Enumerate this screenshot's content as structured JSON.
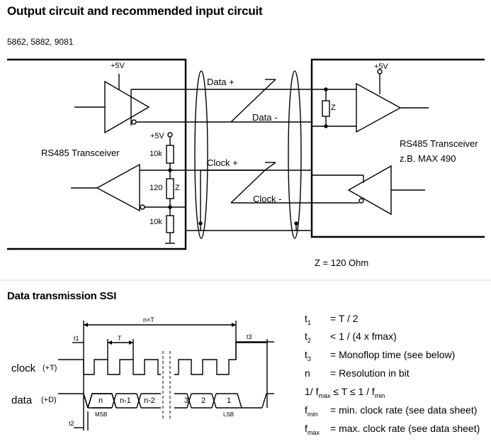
{
  "header": {
    "title": "Output circuit and recommended input circuit",
    "models": "5862, 5882, 9081"
  },
  "circuit": {
    "vcc_left_driver": "+5V",
    "vcc_bias": "+5V",
    "vcc_right": "+5V",
    "data_plus": "Data +",
    "data_minus": "Data -",
    "clock_plus": "Clock +",
    "clock_minus": "Clock -",
    "left_transceiver": "RS485 Transceiver",
    "right_transceiver": "RS485 Transceiver",
    "right_transceiver_example": "z.B. MAX 490",
    "r_top": "10k",
    "r_mid": "120",
    "r_mid_z": "Z",
    "r_bot": "10k",
    "r_right_z": "Z",
    "z_note": "Z = 120 Ohm"
  },
  "timing": {
    "title": "Data transmission SSI",
    "clock_label": "clock",
    "clock_sub": "(+T)",
    "data_label": "data",
    "data_sub": "(+D)",
    "nT": "n×T",
    "t1": "t1",
    "T": "T",
    "t3": "t3",
    "t2": "t2",
    "bits": [
      "n",
      "n-1",
      "n-2",
      "3",
      "2",
      "1"
    ],
    "msb": "MSB",
    "lsb": "LSB"
  },
  "legend": [
    {
      "sym": "t",
      "sub": "1",
      "desc": "= T / 2"
    },
    {
      "sym": "t",
      "sub": "2",
      "desc": "< 1 / (4 x fmax)"
    },
    {
      "sym": "t",
      "sub": "3",
      "desc": "= Monoflop time (see below)"
    },
    {
      "sym": "n",
      "sub": "",
      "desc": "= Resolution in bit"
    },
    {
      "sym": "",
      "sub": "",
      "desc": ""
    },
    {
      "sym": "f",
      "sub": "min",
      "desc": "= min. clock rate (see data sheet)"
    },
    {
      "sym": "f",
      "sub": "max",
      "desc": "= max. clock rate (see data sheet)"
    }
  ],
  "legend_range": {
    "pre": "1/ f",
    "sub1": "max",
    "mid": " ≤ T ≤ 1 / f",
    "sub2": "min"
  }
}
